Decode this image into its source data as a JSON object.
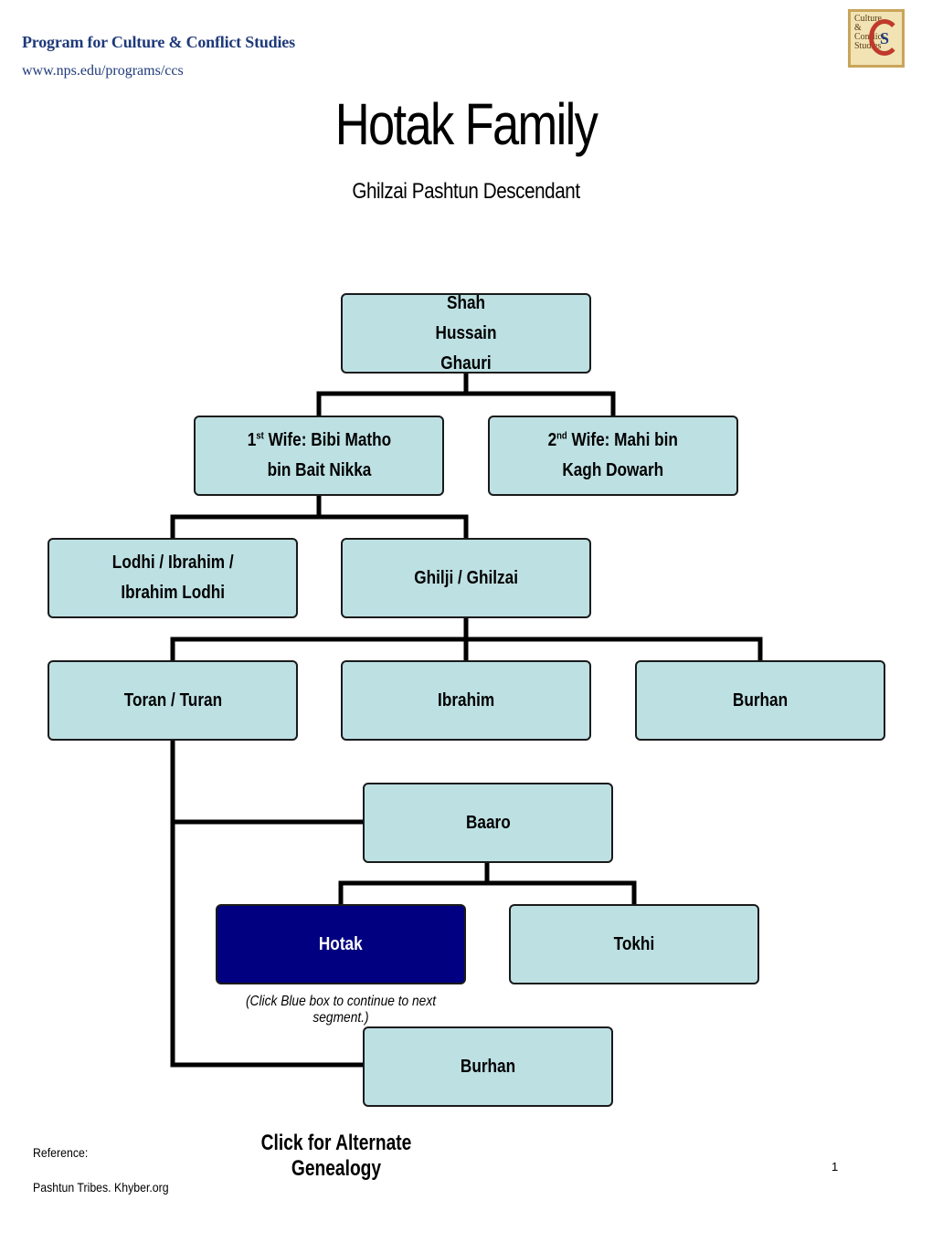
{
  "header": {
    "program": "Program for Culture & Conflict Studies",
    "url": "www.nps.edu/programs/ccs",
    "logo_text": "Culture & Conflict Studies",
    "logo_letters": "S"
  },
  "title": "Hotak Family",
  "subtitle": "Ghilzai Pashtun Descendant",
  "nodes": {
    "shah_hussain": "Shah Hussain Ghauri",
    "wife1_sup": "st",
    "wife1_pre": "1",
    "wife1_line1": "Wife: Bibi Matho",
    "wife1_line2": "bin Bait Nikka",
    "wife2_pre": "2",
    "wife2_sup": "nd",
    "wife2_line1": "Wife: Mahi bin",
    "wife2_line2": "Kagh Dowarh",
    "lodhi_line1": "Lodhi / Ibrahim /",
    "lodhi_line2": "Ibrahim Lodhi",
    "ghilji": "Ghilji / Ghilzai",
    "toran": "Toran / Turan",
    "ibrahim": "Ibrahim",
    "burhan1": "Burhan",
    "baaro": "Baaro",
    "hotak": "Hotak",
    "tokhi": "Tokhi",
    "burhan2": "Burhan"
  },
  "note": "(Click Blue box to continue to next segment.)",
  "alt_link": "Click for Alternate Genealogy",
  "reference_label": "Reference:",
  "reference_source": "Pashtun Tribes. Khyber.org",
  "page_number": "1",
  "colors": {
    "box_fill": "#bde0e3",
    "highlight_fill": "#000080",
    "header_text": "#1f3a7a"
  }
}
